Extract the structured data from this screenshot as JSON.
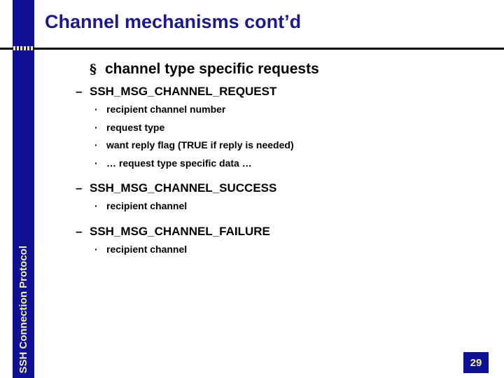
{
  "slide": {
    "title": "Channel mechanisms cont’d",
    "page_number": "29",
    "sidebar_label": "SSH Connection Protocol",
    "colors": {
      "brand_blue": "#101094",
      "title_blue": "#1a1a8e",
      "accent_yellow": "#f2f0a0",
      "text_black": "#000000",
      "background": "#ffffff"
    }
  },
  "outline": {
    "level1_marker": "§",
    "level2_marker": "–",
    "level3_marker": "·",
    "heading": "channel type specific requests",
    "sections": [
      {
        "name": "SSH_MSG_CHANNEL_REQUEST",
        "items": [
          "recipient channel number",
          "request type",
          "want reply flag (TRUE if reply is needed)",
          "… request type specific data …"
        ]
      },
      {
        "name": "SSH_MSG_CHANNEL_SUCCESS",
        "items": [
          "recipient channel"
        ]
      },
      {
        "name": "SSH_MSG_CHANNEL_FAILURE",
        "items": [
          "recipient channel"
        ]
      }
    ]
  }
}
